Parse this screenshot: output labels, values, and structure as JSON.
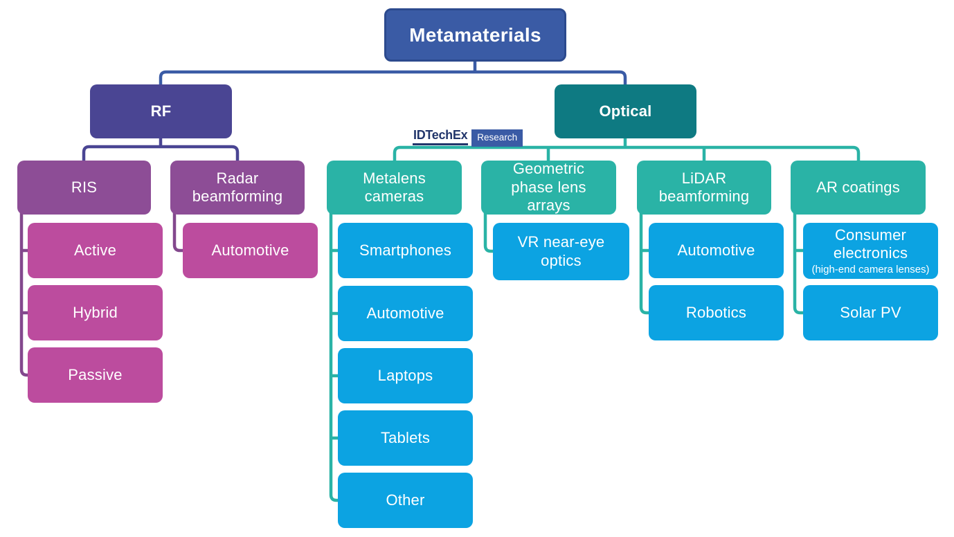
{
  "logo": {
    "brand": "IDTechEx",
    "badge": "Research"
  },
  "palette": {
    "root_blue": "#3a5ba5",
    "root_blue_border": "#2c4a8e",
    "rf_indigo": "#4a4593",
    "branch_purple": "#8d4d96",
    "leaf_magenta": "#bc4c9e",
    "optical_dark_teal": "#0e7a82",
    "branch_teal": "#2ab3a6",
    "leaf_cyan": "#0ca3e2",
    "connector_navy": "#3a5ba5",
    "connector_indigo": "#4a4593",
    "connector_purple": "#83488d",
    "connector_teal": "#2ab3a6",
    "logo_navy": "#22366b",
    "background": "#ffffff",
    "text": "#ffffff"
  },
  "diagram": {
    "root": {
      "label": "Metamaterials"
    },
    "branches": [
      {
        "label": "RF",
        "children": [
          {
            "label": "RIS",
            "children": [
              {
                "label": "Active"
              },
              {
                "label": "Hybrid"
              },
              {
                "label": "Passive"
              }
            ]
          },
          {
            "label": "Radar beamforming",
            "children": [
              {
                "label": "Automotive"
              }
            ]
          }
        ]
      },
      {
        "label": "Optical",
        "children": [
          {
            "label": "Metalens cameras",
            "children": [
              {
                "label": "Smartphones"
              },
              {
                "label": "Automotive"
              },
              {
                "label": "Laptops"
              },
              {
                "label": "Tablets"
              },
              {
                "label": "Other"
              }
            ]
          },
          {
            "label": "Geometric phase lens arrays",
            "children": [
              {
                "label": "VR near-eye optics"
              }
            ]
          },
          {
            "label": "LiDAR beamforming",
            "children": [
              {
                "label": "Automotive"
              },
              {
                "label": "Robotics"
              }
            ]
          },
          {
            "label": "AR coatings",
            "children": [
              {
                "label": "Consumer electronics",
                "note": "(high-end camera lenses)"
              },
              {
                "label": "Solar PV"
              }
            ]
          }
        ]
      }
    ]
  }
}
